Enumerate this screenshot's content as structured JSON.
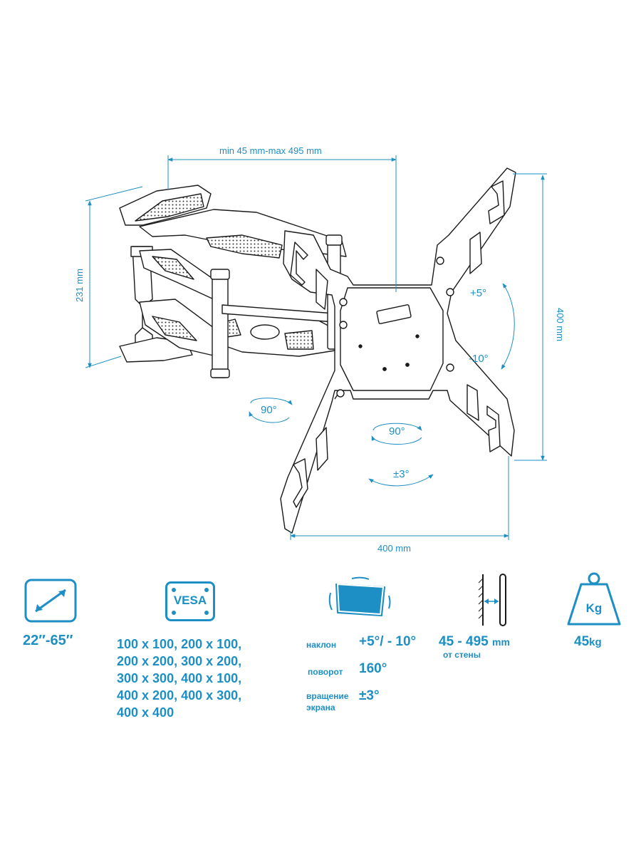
{
  "diagram": {
    "dim_top": "min 45 mm-max 495 mm",
    "dim_left": "231 mm",
    "dim_right": "400 mm",
    "dim_bottom": "400 mm",
    "angle_tilt_up": "+5°",
    "angle_tilt_down": "-10°",
    "angle_arm_swivel": "90°",
    "angle_plate_swivel": "90°",
    "angle_rotation": "±3°"
  },
  "specs": {
    "screen_size": "22″-65″",
    "vesa_badge": "VESA",
    "vesa_lines": [
      "100 x 100, 200 x 100,",
      "200 x 200, 300 x 200,",
      "300 x 300, 400 x 100,",
      "400 x 200, 400 x 300,",
      "400 x 400"
    ],
    "tilt_label": "наклон",
    "tilt_value": "+5°/ - 10°",
    "swivel_label": "поворот",
    "swivel_value": "160°",
    "rotation_label_1": "вращение",
    "rotation_label_2": "экрана",
    "rotation_value": "±3°",
    "distance_value": "45 - 495",
    "distance_unit": "mm",
    "distance_label": "от стены",
    "weight_badge": "Kg",
    "weight_value": "45",
    "weight_unit": "kg"
  },
  "colors": {
    "accent": "#1d8fc4",
    "line": "#1a1a1a",
    "mesh": "#d8d8d8"
  }
}
